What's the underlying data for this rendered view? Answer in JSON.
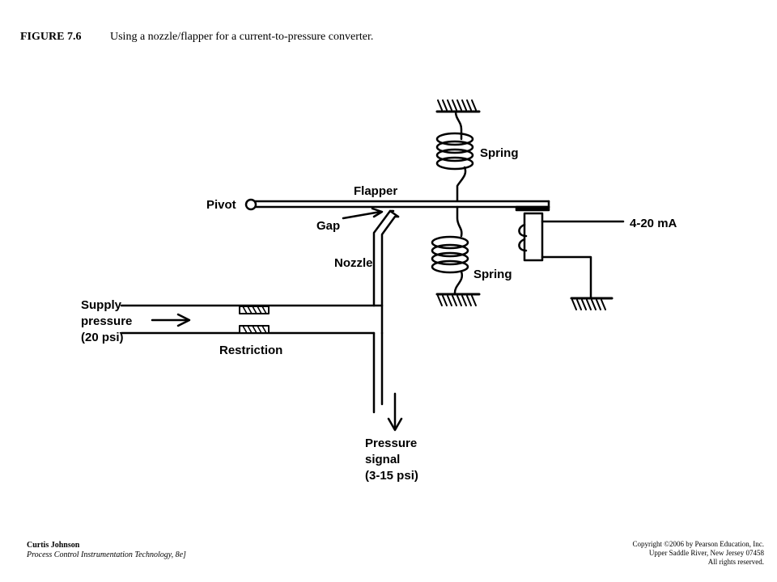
{
  "caption": {
    "figure_number": "FIGURE 7.6",
    "title": "Using a nozzle/flapper for a current-to-pressure converter."
  },
  "diagram": {
    "labels": {
      "spring_top": "Spring",
      "spring_bottom": "Spring",
      "flapper": "Flapper",
      "pivot": "Pivot",
      "gap": "Gap",
      "nozzle": "Nozzle",
      "current_input": "4-20 mA",
      "supply_line1": "Supply",
      "supply_line2": "pressure",
      "supply_line3": "(20 psi)",
      "restriction": "Restriction",
      "signal_line1": "Pressure",
      "signal_line2": "signal",
      "signal_line3": "(3-15 psi)"
    }
  },
  "footer": {
    "author": "Curtis Johnson",
    "book": "Process Control Instrumentation Technology, 8e]",
    "copyright_line1": "Copyright ©2006 by Pearson Education, Inc.",
    "copyright_line2": "Upper Saddle River, New Jersey 07458",
    "copyright_line3": "All rights reserved."
  }
}
